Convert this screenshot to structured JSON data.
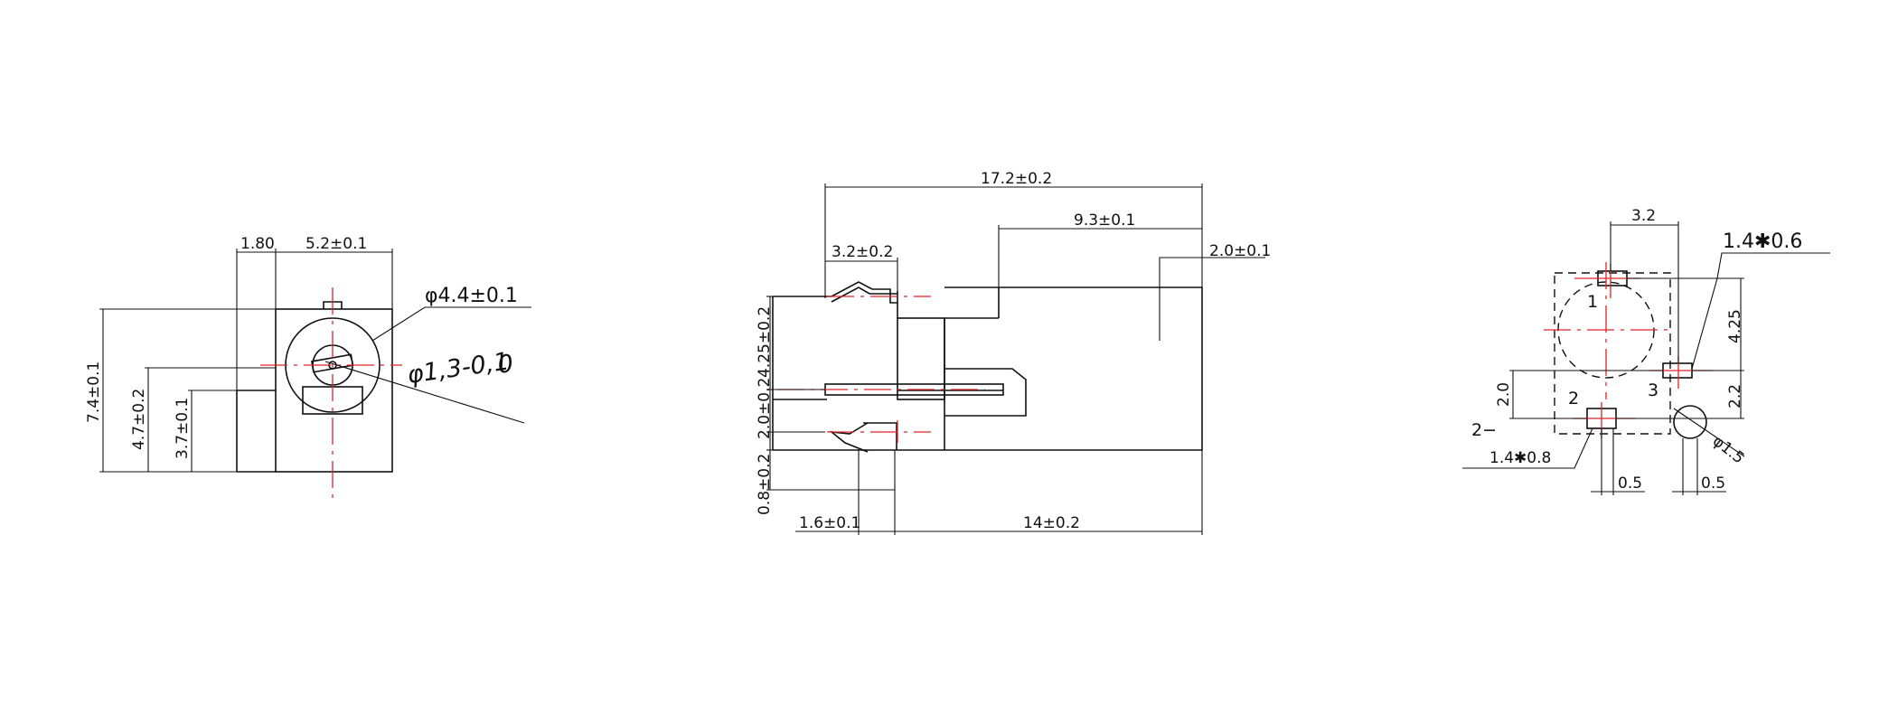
{
  "front_view": {
    "w180": "1.80",
    "w52": "5.2±0.1",
    "d44": "φ4.4±0.1",
    "d13": "φ1,3-0,1",
    "tol0": "0",
    "h74": "7.4±0.1",
    "h47": "4.7±0.2",
    "h37": "3.7±0.1"
  },
  "side_view": {
    "l172": "17.2±0.2",
    "l93": "9.3±0.1",
    "l20": "2.0±0.1",
    "l32": "3.2±0.2",
    "v425": "4.25±0.2",
    "v20": "2.0±0.2",
    "v08": "0.8±0.2",
    "l16": "1.6±0.1",
    "l14": "14±0.2"
  },
  "footprint": {
    "w32": "3.2",
    "pad14x06": "1.4✱0.6",
    "h425": "4.25",
    "h22": "2.2",
    "h20": "2.0",
    "pin1": "1",
    "pin2": "2",
    "pin3": "3",
    "two": "2−",
    "pad14x08": "1.4✱0.8",
    "w05a": "0.5",
    "w05b": "0.5",
    "hole15": "φ1.5"
  }
}
